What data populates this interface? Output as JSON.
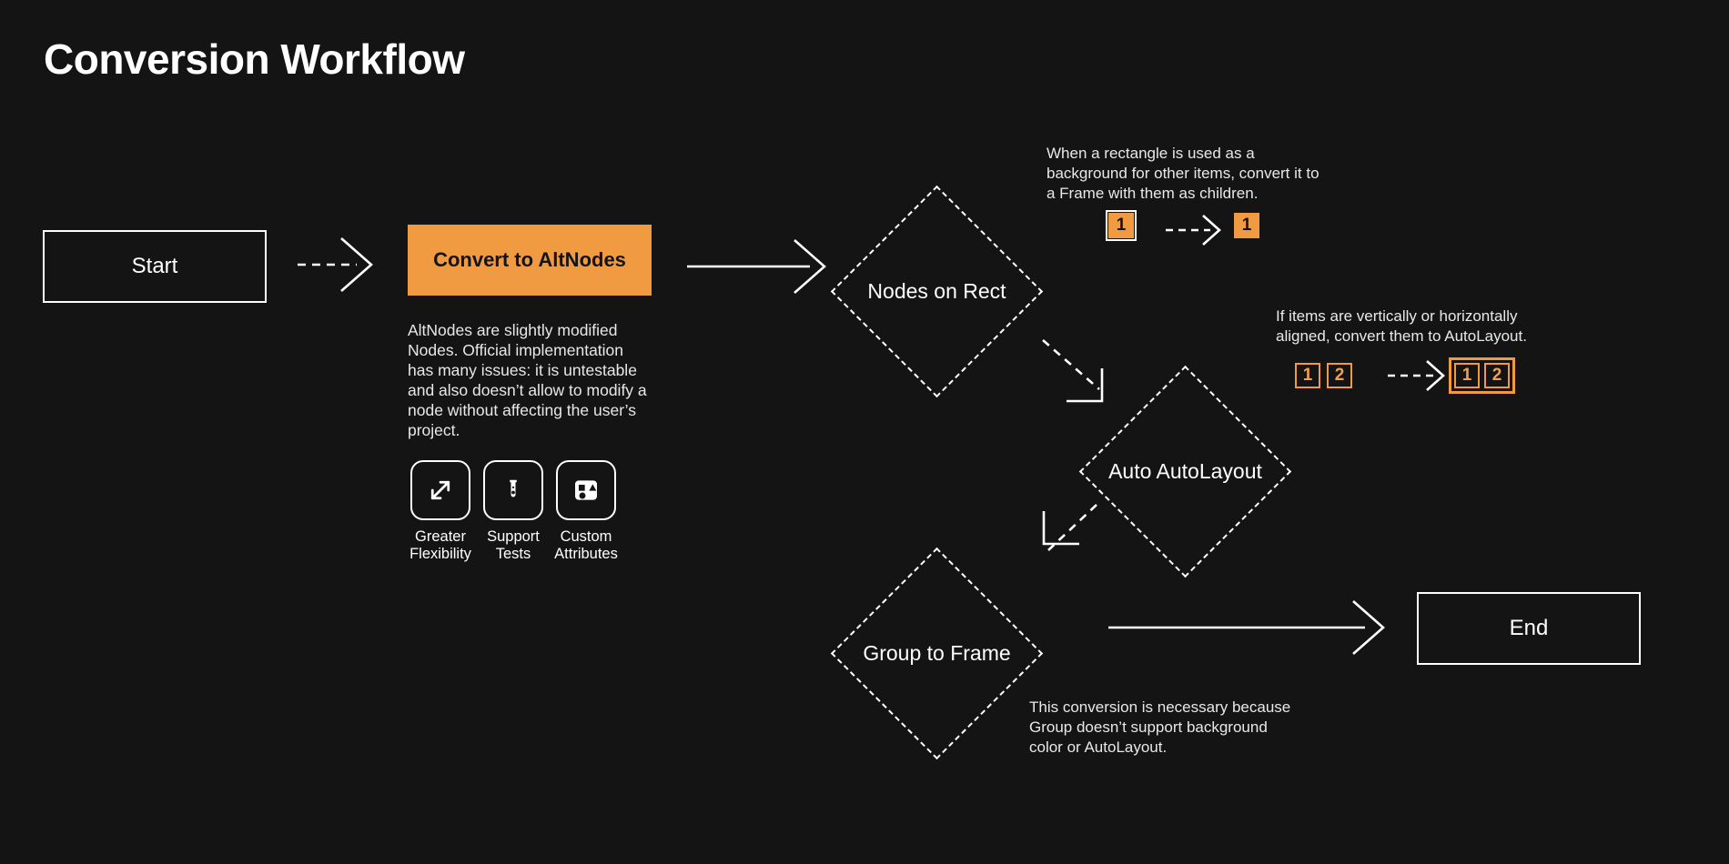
{
  "page": {
    "title": "Conversion Workflow",
    "background_color": "#141414",
    "accent_color": "#F09A42",
    "text_color": "#ffffff"
  },
  "nodes": {
    "start": "Start",
    "convert": "Convert to AltNodes",
    "end": "End",
    "nodes_on_rect": "Nodes on Rect",
    "auto_autolayout": "Auto AutoLayout",
    "group_to_frame": "Group to Frame"
  },
  "convert_description": "AltNodes are slightly modified Nodes. Official implementation has many issues: it is untestable and also doesn’t allow to modify a node without affecting the user’s project.",
  "features": [
    {
      "icon": "expand-arrows-icon",
      "label": "Greater\nFlexibility",
      "line1": "Greater",
      "line2": "Flexibility"
    },
    {
      "icon": "test-tube-icon",
      "label": "Support\nTests",
      "line1": "Support",
      "line2": "Tests"
    },
    {
      "icon": "shapes-icon",
      "label": "Custom\nAttributes",
      "line1": "Custom",
      "line2": "Attributes"
    }
  ],
  "notes": {
    "nodes_on_rect": "When a rectangle is used as a background for other items, convert it to a Frame with them as children.",
    "auto_autolayout": "If items are vertically or horizontally aligned, convert them to AutoLayout.",
    "group_to_frame": "This conversion is necessary because Group doesn’t support background color or AutoLayout."
  },
  "badges": {
    "nodes_on_rect": {
      "before": [
        "1"
      ],
      "after": [
        "1"
      ],
      "before_style": "filled-outlined",
      "after_style": "filled"
    },
    "auto_autolayout": {
      "before": [
        "1",
        "2"
      ],
      "after": [
        "1",
        "2"
      ],
      "before_style": "outlined-separate",
      "after_style": "outlined-grouped"
    }
  },
  "arrows": [
    {
      "name": "start-to-convert",
      "style": "dashed"
    },
    {
      "name": "convert-to-nodes-on-rect",
      "style": "solid"
    },
    {
      "name": "nodes-on-rect-to-auto-autolayout",
      "style": "dashed"
    },
    {
      "name": "auto-autolayout-to-group-to-frame",
      "style": "dashed"
    },
    {
      "name": "group-to-frame-to-end",
      "style": "solid"
    },
    {
      "name": "badge-transform-1",
      "style": "dashed"
    },
    {
      "name": "badge-transform-2",
      "style": "dashed"
    }
  ]
}
